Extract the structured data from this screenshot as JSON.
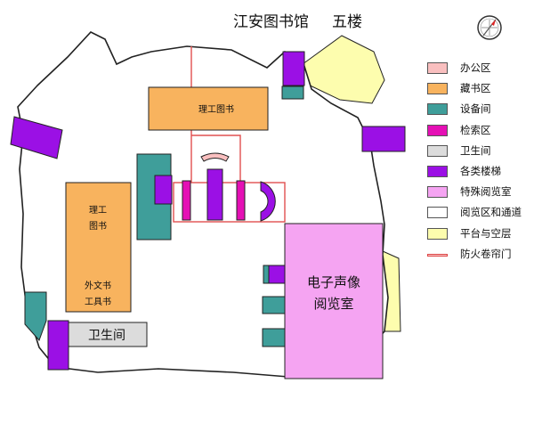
{
  "map": {
    "title": "江安图书馆",
    "floor": "五楼",
    "labels": {
      "ligong_top": "理工图书",
      "ligong_left_1": "理工",
      "ligong_left_2": "图书",
      "waiwen_1": "外文书",
      "waiwen_2": "工具书",
      "toilet": "卫生间",
      "av_1": "电子声像",
      "av_2": "阅览室"
    },
    "compass": "compass-icon"
  },
  "legend": [
    {
      "label": "办公区",
      "color": "#F9BFBF"
    },
    {
      "label": "藏书区",
      "color": "#F8B35E"
    },
    {
      "label": "设备间",
      "color": "#3F9E9A"
    },
    {
      "label": "检索区",
      "color": "#E510B5"
    },
    {
      "label": "卫生间",
      "color": "#DCDCDC"
    },
    {
      "label": "各类楼梯",
      "color": "#9B10E5"
    },
    {
      "label": "特殊阅览室",
      "color": "#F5A4F2"
    },
    {
      "label": "阅览区和通道",
      "color": "#FFFFFF"
    },
    {
      "label": "平台与空层",
      "color": "#FDFDAE"
    },
    {
      "label": "防火卷帘门",
      "color": "#E05050"
    }
  ]
}
